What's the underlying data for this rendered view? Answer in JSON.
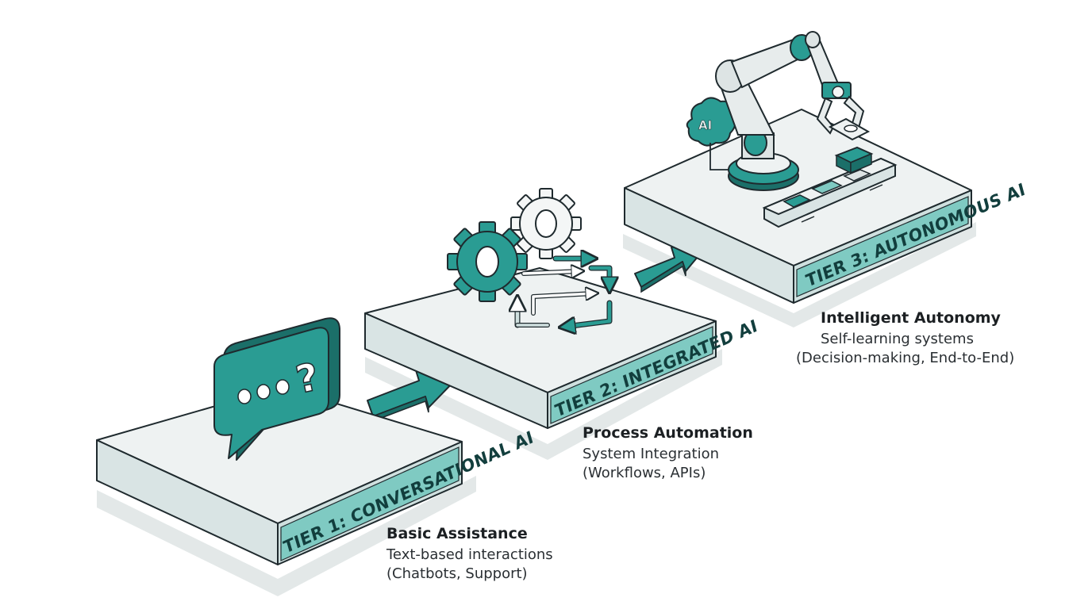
{
  "colors": {
    "teal": "#2a9c93",
    "teal_dark": "#1b6f69",
    "platform_top": "#eef2f2",
    "platform_side": "#d9e4e4",
    "outline": "#1f2a2e",
    "shadow": "#dde3e3"
  },
  "tiers": [
    {
      "banner": "TIER 1: CONVERSATIONAL AI",
      "title": "Basic Assistance",
      "lines": [
        "Text-based interactions",
        "(Chatbots, Support)"
      ],
      "icon": "chat-question-bubble-icon",
      "icon_text": {
        "dots": "•••",
        "question": "?"
      }
    },
    {
      "banner": "TIER 2: INTEGRATED AI",
      "title": "Process Automation",
      "lines": [
        "System Integration",
        "(Workflows, APIs)"
      ],
      "icon": "gears-workflow-icon"
    },
    {
      "banner": "TIER 3: AUTONOMOUS AI",
      "title": "Intelligent Autonomy",
      "lines": [
        "Self-learning systems",
        "(Decision-making, End-to-End)"
      ],
      "icon": "robot-arm-icon",
      "icon_text": {
        "brain": "AI"
      }
    }
  ],
  "connectors": [
    "arrow-right-icon",
    "arrow-right-icon"
  ]
}
